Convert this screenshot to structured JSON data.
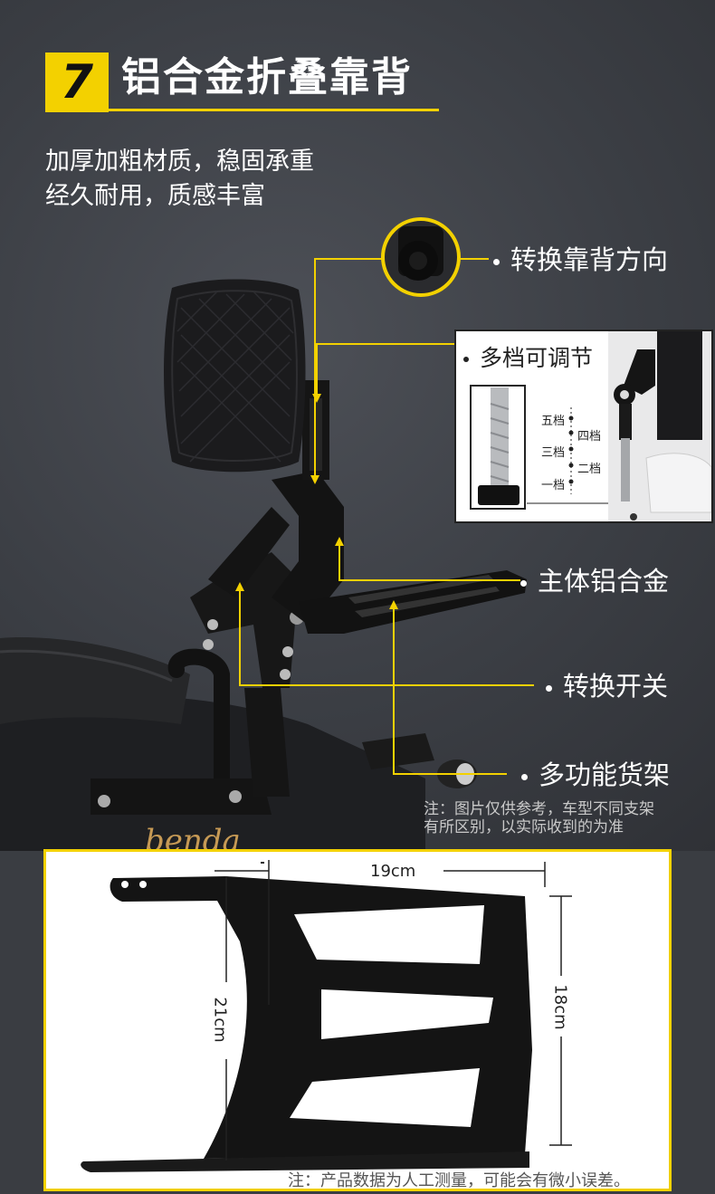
{
  "header": {
    "number": "7",
    "title": "铝合金折叠靠背"
  },
  "description": {
    "line1": "加厚加粗材质，稳固承重",
    "line2": "经久耐用，质感丰富"
  },
  "callouts": {
    "rotate_backrest": "转换靠背方向",
    "multi_gear": "多档可调节",
    "main_body": "主体铝合金",
    "switch": "转换开关",
    "rack": "多功能货架"
  },
  "gears": {
    "g5": "五档",
    "g4": "四档",
    "g3": "三档",
    "g2": "二档",
    "g1": "一档"
  },
  "photo_note": {
    "line1": "注：图片仅供参考，车型不同支架",
    "line2": "有所区别，以实际收到的为准"
  },
  "brand_text": "benda",
  "dimensions": {
    "width": "19cm",
    "length": "21cm",
    "height": "18cm"
  },
  "bottom_note": "注：产品数据为人工测量，可能会有微小误差。",
  "colors": {
    "accent": "#f3d100",
    "background": "#3b3e44",
    "product": "#141414"
  }
}
